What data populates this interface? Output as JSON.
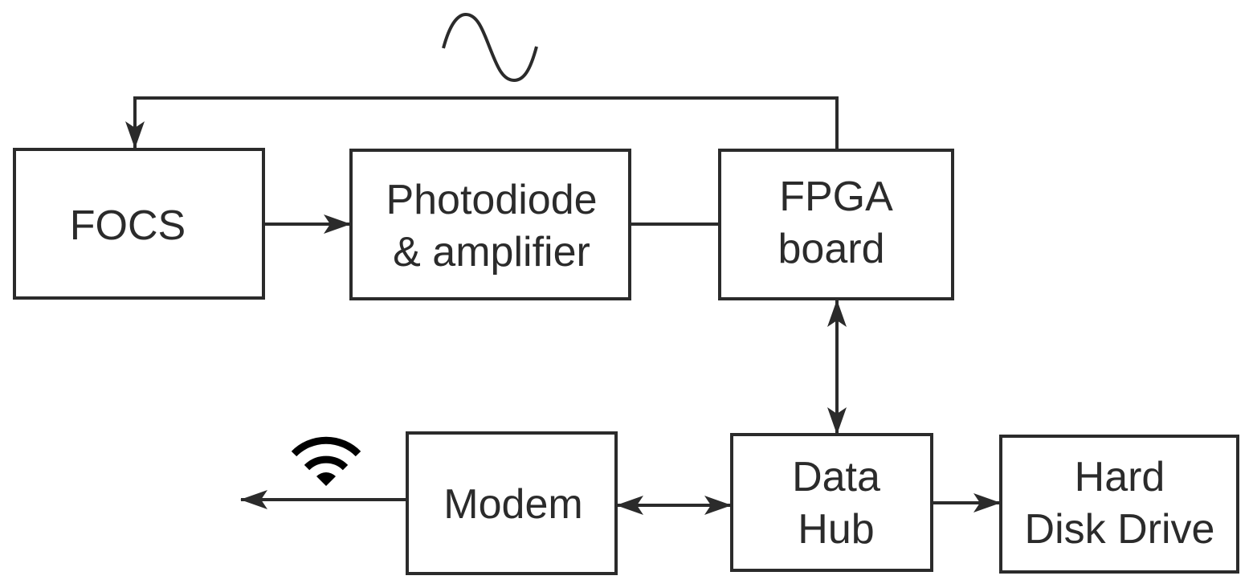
{
  "diagram": {
    "blocks": {
      "focs": {
        "lines": [
          "FOCS"
        ]
      },
      "photodiode": {
        "lines": [
          "Photodiode",
          "& amplifier"
        ]
      },
      "fpga": {
        "lines": [
          "FPGA",
          "board"
        ]
      },
      "modem": {
        "lines": [
          "Modem"
        ]
      },
      "datahub": {
        "lines": [
          "Data",
          "Hub"
        ]
      },
      "hdd": {
        "lines": [
          "Hard",
          "Disk Drive"
        ]
      }
    },
    "icons": [
      "sine-wave-icon",
      "wifi-icon"
    ],
    "connections": [
      {
        "from": "FPGA board",
        "to": "FOCS",
        "type": "arrow",
        "label_icon": "sine-wave-icon"
      },
      {
        "from": "FOCS",
        "to": "Photodiode & amplifier",
        "type": "arrow"
      },
      {
        "from": "Photodiode & amplifier",
        "to": "FPGA board",
        "type": "line"
      },
      {
        "from": "FPGA board",
        "to": "Data Hub",
        "type": "bidirectional"
      },
      {
        "from": "Modem",
        "to": "Data Hub",
        "type": "bidirectional"
      },
      {
        "from": "Data Hub",
        "to": "Hard Disk Drive",
        "type": "arrow"
      },
      {
        "from": "Modem",
        "to": "wireless",
        "type": "arrow",
        "label_icon": "wifi-icon"
      }
    ],
    "colors": {
      "stroke": "#2b2b2b",
      "background": "#ffffff"
    }
  }
}
